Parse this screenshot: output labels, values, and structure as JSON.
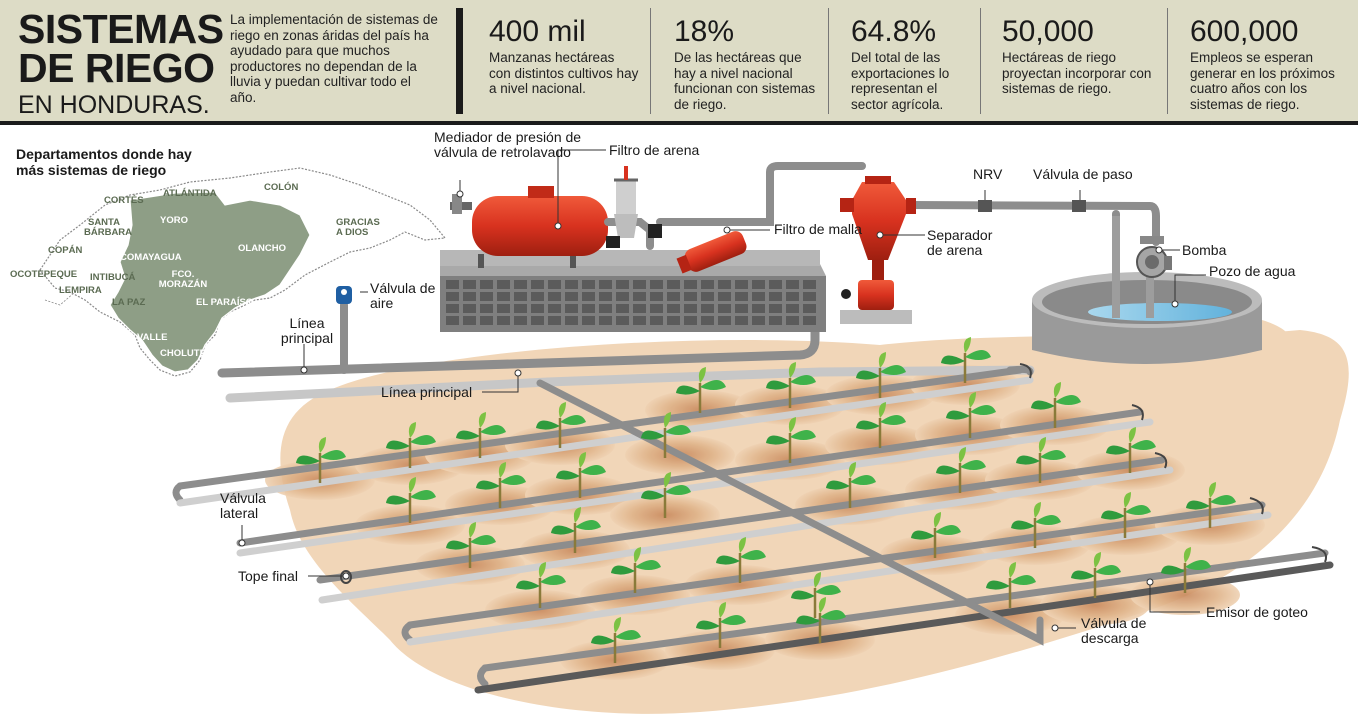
{
  "header": {
    "title_line1": "SISTEMAS",
    "title_line2": "DE RIEGO",
    "subtitle": "EN HONDURAS.",
    "intro": "La implementación de sistemas de riego en zonas áridas del país ha ayudado para que muchos productores no dependan de la lluvia y puedan cultivar todo el año."
  },
  "stats": [
    {
      "value": "400 mil",
      "description": "Manzanas hectáreas con distintos cultivos hay a nivel nacional."
    },
    {
      "value": "18%",
      "description": "De las hectáreas que hay a nivel nacional funcionan con sistemas de riego."
    },
    {
      "value": "64.8%",
      "description": "Del total de las exportaciones lo representan el sector agrícola."
    },
    {
      "value": "50,000",
      "description": "Hectáreas de riego proyectan incorporar con sistemas de riego."
    },
    {
      "value": "600,000",
      "description": "Empleos se esperan generar en los próximos cuatro años con los sistemas de riego."
    }
  ],
  "map": {
    "title": "Departamentos donde hay más sistemas de riego",
    "departments": {
      "atlantida": "ATLÁNTIDA",
      "colon": "COLÓN",
      "cortes": "CORTÉS",
      "yoro": "YORO",
      "gracias": "GRACIAS A DIOS",
      "santa_barbara": "SANTA BÁRBARA",
      "olancho": "OLANCHO",
      "copan": "COPÁN",
      "comayagua": "COMAYAGUA",
      "ocotepeque": "OCOTEPEQUE",
      "intibuca": "INTIBUCÁ",
      "fco_morazan": "FCO. MORAZÁN",
      "lempira": "LEMPIRA",
      "la_paz": "LA PAZ",
      "el_paraiso": "EL PARAÍSO",
      "valle": "VALLE",
      "choluteca": "CHOLUTECA"
    }
  },
  "labels": {
    "mediador": "Mediador de presión de válvula de retrolavado",
    "filtro_arena": "Filtro de arena",
    "filtro_malla": "Filtro de malla",
    "separador": "Separador de arena",
    "nrv": "NRV",
    "valvula_paso": "Válvula de paso",
    "bomba": "Bomba",
    "pozo": "Pozo de agua",
    "valvula_aire": "Válvula de aire",
    "linea_principal_1": "Línea principal",
    "linea_principal_2": "Línea principal",
    "valvula_lateral": "Válvula lateral",
    "tope_final": "Tope final",
    "valvula_descarga": "Válvula de descarga",
    "emisor_goteo": "Emisor de goteo"
  },
  "colors": {
    "header_bg": "#dddcc6",
    "pipe": "#8d8d8d",
    "filter_red": "#d8321f",
    "plant_green": "#2f9b3d",
    "soil": "#efd2b3",
    "map_highlight": "#8e9e86"
  }
}
